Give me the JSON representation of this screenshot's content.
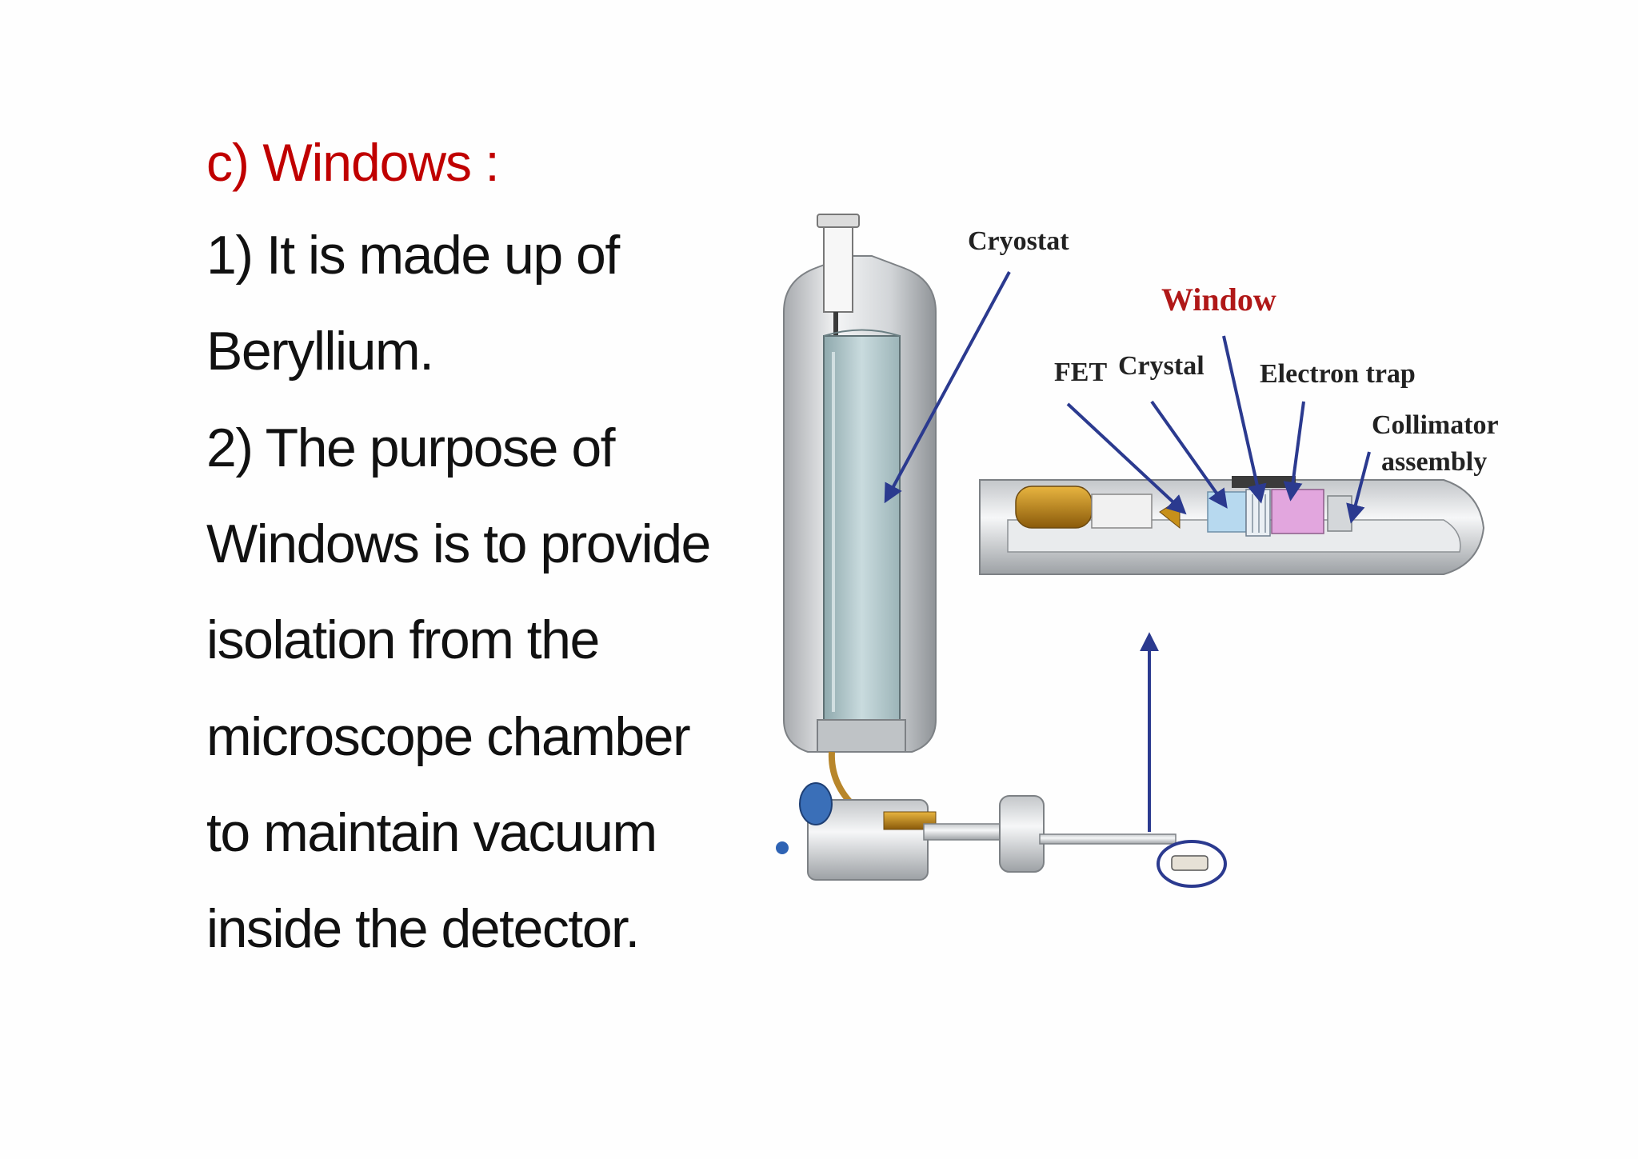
{
  "heading": "c) Windows :",
  "lines": [
    " 1)  It is made up of",
    "Beryllium.",
    "2) The purpose of",
    "Windows is to provide",
    "isolation from the",
    "microscope chamber",
    "to maintain vacuum",
    "inside the detector."
  ],
  "diagram": {
    "labels": {
      "cryostat": "Cryostat",
      "window": "Window",
      "fet": "FET",
      "crystal": "Crystal",
      "electron_trap": "Electron trap",
      "collimator_1": "Collimator",
      "collimator_2": "assembly"
    },
    "colors": {
      "arrow": "#2b3a8f",
      "window_label": "#b01818",
      "liquid": "#b9d0d4",
      "collimator": "#e2a6de",
      "crystal": "#b7d9ef",
      "fet": "#c7901a"
    }
  }
}
